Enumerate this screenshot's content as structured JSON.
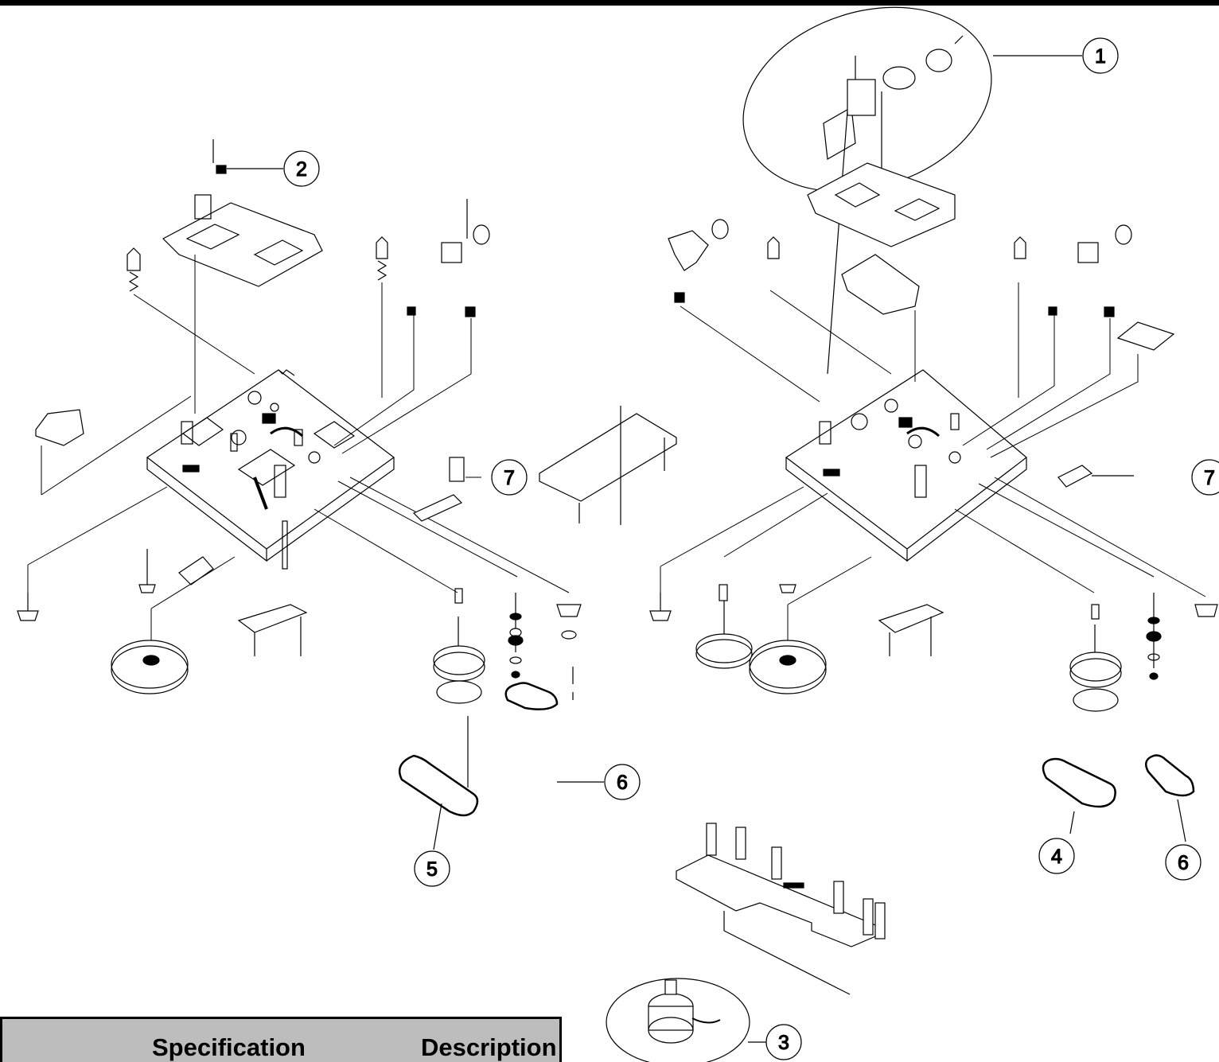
{
  "callouts": {
    "c1": "1",
    "c2": "2",
    "c3": "3",
    "c4": "4",
    "c5": "5",
    "c6a": "6",
    "c6b": "6",
    "c7a": "7",
    "c7b": "7"
  },
  "table": {
    "spec_header": "Specification",
    "desc_header": "Description"
  }
}
